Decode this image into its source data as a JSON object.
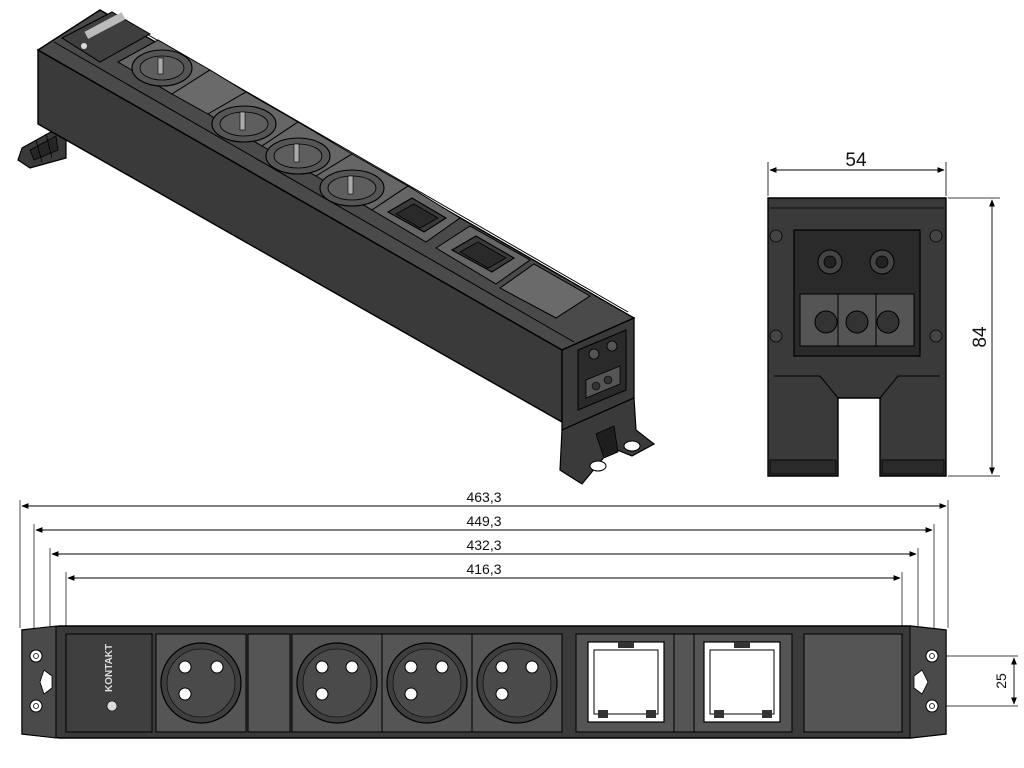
{
  "colors": {
    "body": "#3a3a3a",
    "body_dark": "#262626",
    "top_face": "#4a4a4a",
    "module": "#666666",
    "line": "#000000",
    "background": "#ffffff"
  },
  "brand": {
    "logo_text": "KONTAKT"
  },
  "dimensions": {
    "side_width": "54",
    "side_height": "84",
    "overall_1": "463,3",
    "overall_2": "449,3",
    "overall_3": "432,3",
    "overall_4": "416,3",
    "mount_spacing": "25"
  },
  "modules": [
    {
      "type": "blank"
    },
    {
      "type": "socket"
    },
    {
      "type": "blank"
    },
    {
      "type": "socket"
    },
    {
      "type": "socket"
    },
    {
      "type": "socket"
    },
    {
      "type": "data"
    },
    {
      "type": "blank"
    },
    {
      "type": "data"
    },
    {
      "type": "blank"
    }
  ]
}
